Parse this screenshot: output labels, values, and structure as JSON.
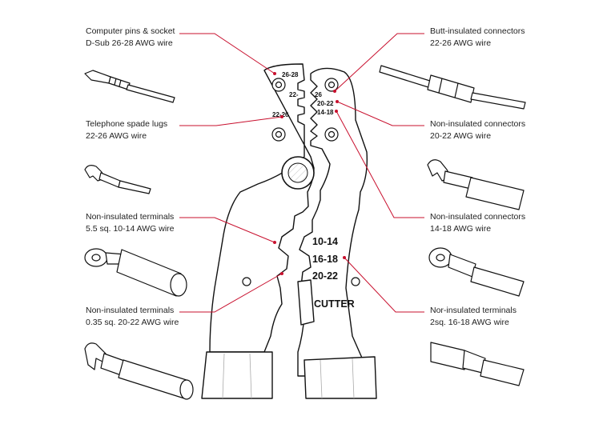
{
  "callouts": {
    "pins": {
      "line1": "Computer pins & socket",
      "line2": "D-Sub 26-28 AWG wire"
    },
    "spade": {
      "line1": "Telephone spade lugs",
      "line2": "22-26 AWG wire"
    },
    "term_large": {
      "line1": "Non-insulated terminals",
      "line2": "5.5 sq. 10-14 AWG wire"
    },
    "term_small": {
      "line1": "Non-insulated terminals",
      "line2": "0.35 sq. 20-22 AWG wire"
    },
    "butt": {
      "line1": "Butt-insulated connectors",
      "line2": "22-26 AWG wire"
    },
    "conn_2022": {
      "line1": "Non-insulated connectors",
      "line2": "20-22 AWG wire"
    },
    "conn_1418": {
      "line1": "Non-insulated connectors",
      "line2": "14-18 AWG wire"
    },
    "nor_term": {
      "line1": "Nor-insulated terminals",
      "line2": "2sq. 16-18 AWG wire"
    }
  },
  "die_marks": {
    "m2628": "26-28",
    "m26": "26",
    "m22": "22-",
    "m2022_small": "20-22",
    "m2226": "22-26",
    "m1418_small": "14-18",
    "m1014": "10-14",
    "m1618": "16-18",
    "m2022": "20-22",
    "cutter": "CUTTER"
  },
  "colors": {
    "leader": "#c8102e",
    "ink": "#111111",
    "label": "#222222"
  }
}
